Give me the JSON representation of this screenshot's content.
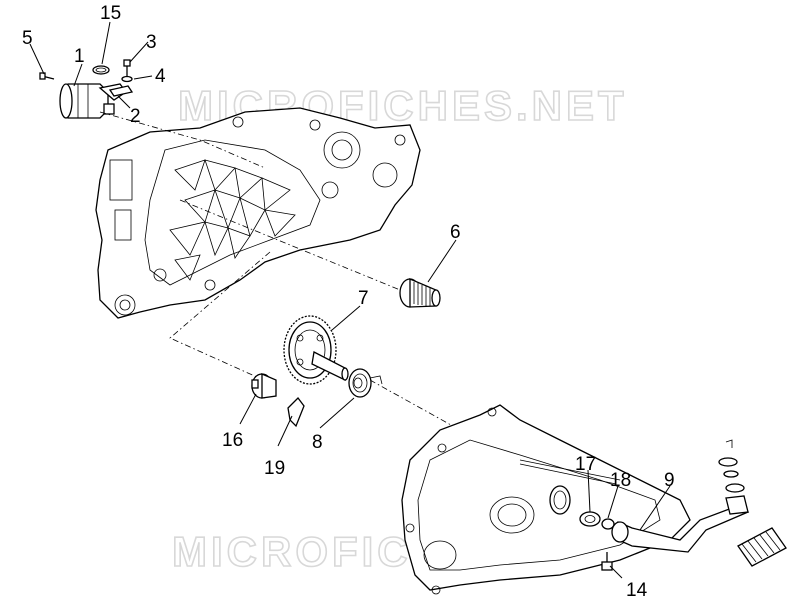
{
  "watermark_text": "MICROFICHES.NET",
  "callouts": [
    {
      "id": "c15",
      "label": "15"
    },
    {
      "id": "c5",
      "label": "5"
    },
    {
      "id": "c1",
      "label": "1"
    },
    {
      "id": "c3",
      "label": "3"
    },
    {
      "id": "c4",
      "label": "4"
    },
    {
      "id": "c2",
      "label": "2"
    },
    {
      "id": "c6",
      "label": "6"
    },
    {
      "id": "c7",
      "label": "7"
    },
    {
      "id": "c16",
      "label": "16"
    },
    {
      "id": "c19",
      "label": "19"
    },
    {
      "id": "c8",
      "label": "8"
    },
    {
      "id": "c17",
      "label": "17"
    },
    {
      "id": "c18",
      "label": "18"
    },
    {
      "id": "c9",
      "label": "9"
    },
    {
      "id": "c14",
      "label": "14"
    }
  ]
}
